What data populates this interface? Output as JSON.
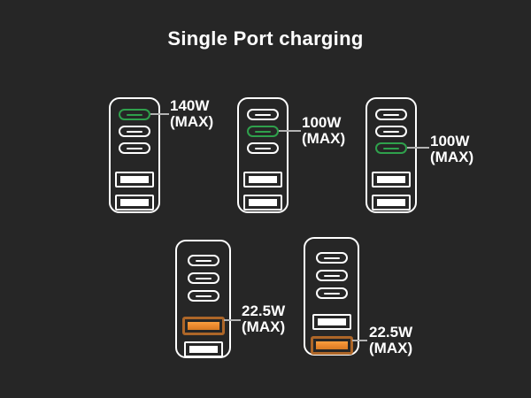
{
  "title": "Single Port charging",
  "colors": {
    "background": "#262626",
    "device_outline": "#ffffff",
    "highlight_green": "#2fa04c",
    "highlight_orange": "#ee8b30",
    "highlight_orange_border": "#ad6628",
    "leader_line": "#b3b3b3",
    "label_text": "#ffffff"
  },
  "chargers": [
    {
      "name": "charger-1",
      "ports": [
        {
          "type": "usb-c",
          "highlight": "green"
        },
        {
          "type": "usb-c"
        },
        {
          "type": "usb-c"
        },
        {
          "type": "usb-a"
        },
        {
          "type": "usb-a"
        }
      ],
      "label": {
        "line1": "140W",
        "line2": "(MAX)"
      }
    },
    {
      "name": "charger-2",
      "ports": [
        {
          "type": "usb-c"
        },
        {
          "type": "usb-c",
          "highlight": "green"
        },
        {
          "type": "usb-c"
        },
        {
          "type": "usb-a"
        },
        {
          "type": "usb-a"
        }
      ],
      "label": {
        "line1": "100W",
        "line2": "(MAX)"
      }
    },
    {
      "name": "charger-3",
      "ports": [
        {
          "type": "usb-c"
        },
        {
          "type": "usb-c"
        },
        {
          "type": "usb-c",
          "highlight": "green"
        },
        {
          "type": "usb-a"
        },
        {
          "type": "usb-a"
        }
      ],
      "label": {
        "line1": "100W",
        "line2": "(MAX)"
      }
    },
    {
      "name": "charger-4",
      "ports": [
        {
          "type": "usb-c"
        },
        {
          "type": "usb-c"
        },
        {
          "type": "usb-c"
        },
        {
          "type": "usb-a",
          "highlight": "orange"
        },
        {
          "type": "usb-a"
        }
      ],
      "label": {
        "line1": "22.5W",
        "line2": "(MAX)"
      }
    },
    {
      "name": "charger-5",
      "ports": [
        {
          "type": "usb-c"
        },
        {
          "type": "usb-c"
        },
        {
          "type": "usb-c"
        },
        {
          "type": "usb-a"
        },
        {
          "type": "usb-a",
          "highlight": "orange"
        }
      ],
      "label": {
        "line1": "22.5W",
        "line2": "(MAX)"
      }
    }
  ]
}
